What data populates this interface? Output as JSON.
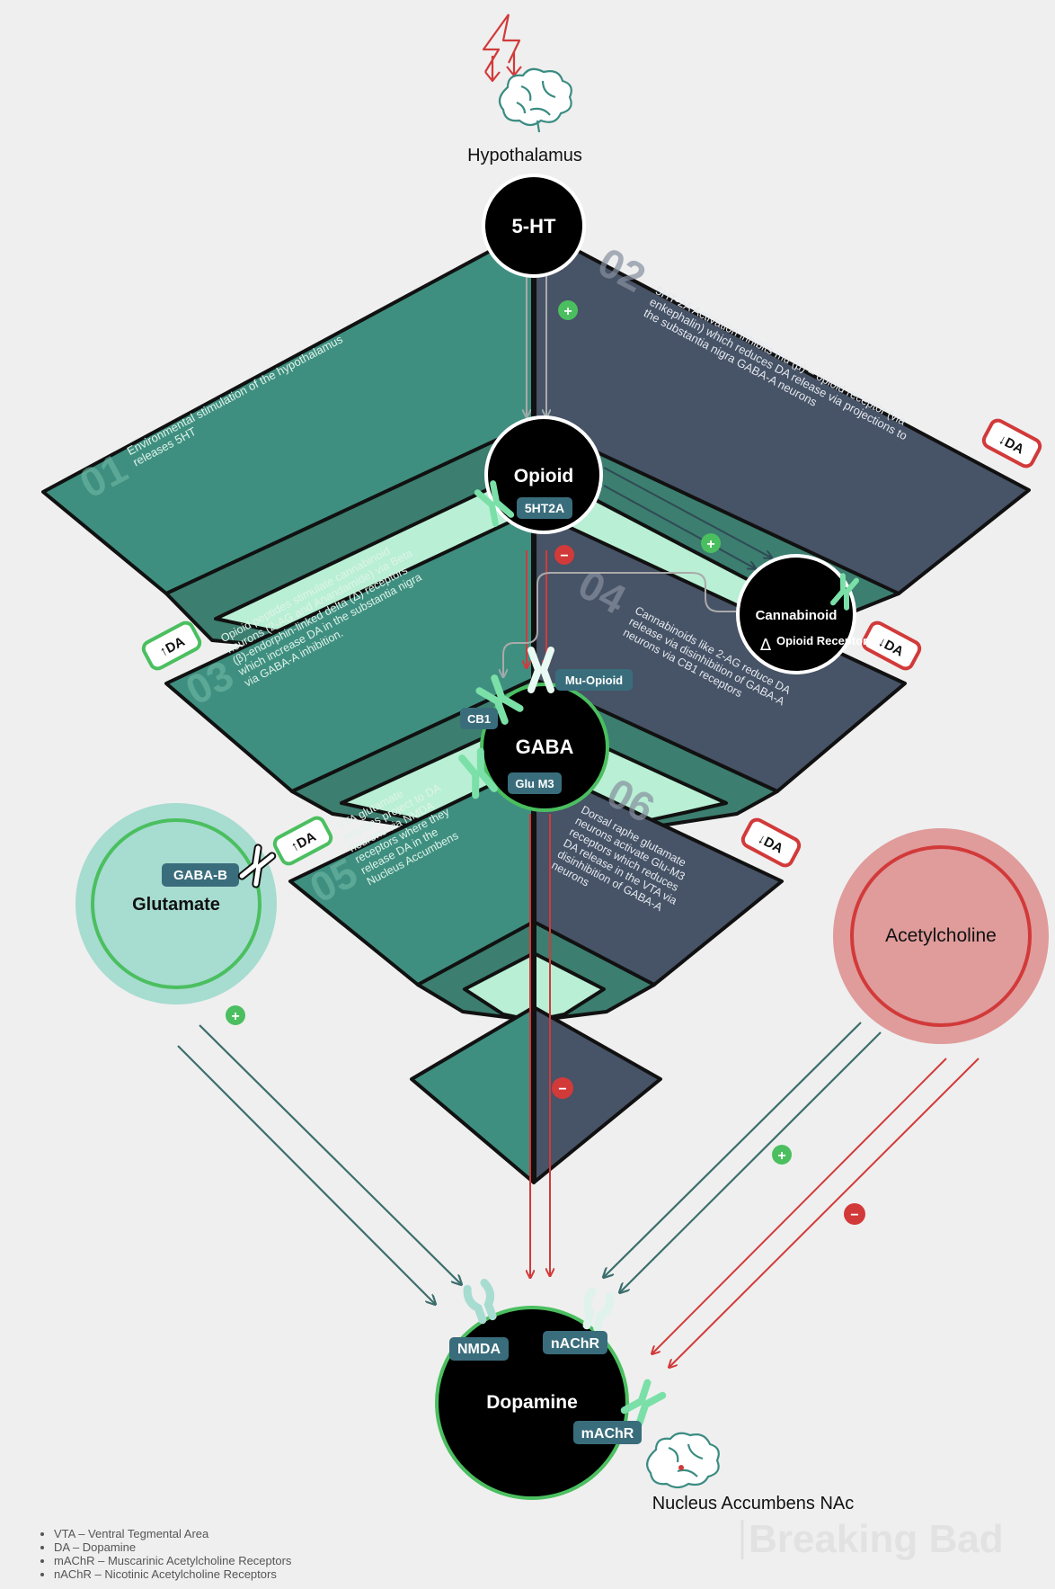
{
  "labels": {
    "hypothalamus": "Hypothalamus",
    "nucleus_accumbens": "Nucleus Accumbens NAc",
    "watermark": "Breaking Bad"
  },
  "nodes": {
    "serotonin": "5-HT",
    "opioid": "Opioid",
    "cannabinoid": "Cannabinoid",
    "cannabinoid_sub": "Opioid Receptor",
    "gaba": "GABA",
    "glutamate": "Glutamate",
    "acetylcholine": "Acetylcholine",
    "dopamine": "Dopamine"
  },
  "receptors": {
    "r5ht2a": "5HT2A",
    "mu_opioid": "Mu-Opioid",
    "cb1": "CB1",
    "glu_m3": "Glu M3",
    "gaba_b": "GABA-B",
    "nmda": "NMDA",
    "nachr": "nAChR",
    "machr": "mAChR"
  },
  "sections": {
    "s01": {
      "num": "01",
      "text": [
        "Environmental stimulation of the hypothalamus",
        "releases 5HT"
      ]
    },
    "s02": {
      "num": "02",
      "text": [
        "5HT-2A Activation inhibits mu (μ) – opioid receptor (via",
        "enkephalin) which reduces DA release via projections to",
        "the substantia nigra GABA-A neurons"
      ]
    },
    "s03": {
      "num": "03",
      "text": [
        "Opioid peptides stimulate cannabinoid",
        "neurons (2-AG and Anandamide) via Beta",
        "(β)-endorphin-linked delta (Δ) receptors",
        "which increase DA in the substantia nigra",
        "via GABA-A inhibition."
      ]
    },
    "s04": {
      "num": "04",
      "text": [
        "Cannabinoids like 2-AG reduce DA",
        "release via disinhibition of GABA-A",
        "neurons via CB1 receptors"
      ]
    },
    "s05": {
      "num": "05",
      "text": [
        "VTA glutamate",
        "neurons project to DA",
        "neurons via NMDA",
        "receptors where they",
        "release DA in the",
        "Nucleus Accumbens"
      ]
    },
    "s06": {
      "num": "06",
      "text": [
        "Dorsal raphe glutamate",
        "neurons activate Glu-M3",
        "receptors which reduces",
        "DA release in the VTA via",
        "disinhibition of GABA-A",
        "neurons"
      ]
    }
  },
  "badges": {
    "b02": "↓DA",
    "b03": "↑DA",
    "b04": "↓DA",
    "b05": "↑DA",
    "b06": "↓DA"
  },
  "signs": {
    "plus": "+",
    "minus": "−"
  },
  "legend": [
    "VTA – Ventral Tegmental Area",
    "DA – Dopamine",
    "mAChR – Muscarinic Acetylcholine Receptors",
    "nAChR – Nicotinic Acetylcholine Receptors"
  ],
  "colors": {
    "teal_dark": "#3f8f80",
    "teal_mid": "#3c7e6f",
    "mint": "#b9efd4",
    "slate": "#475366",
    "red": "#d23a3a",
    "green": "#4bbf60",
    "tag": "#3a6d7c"
  }
}
